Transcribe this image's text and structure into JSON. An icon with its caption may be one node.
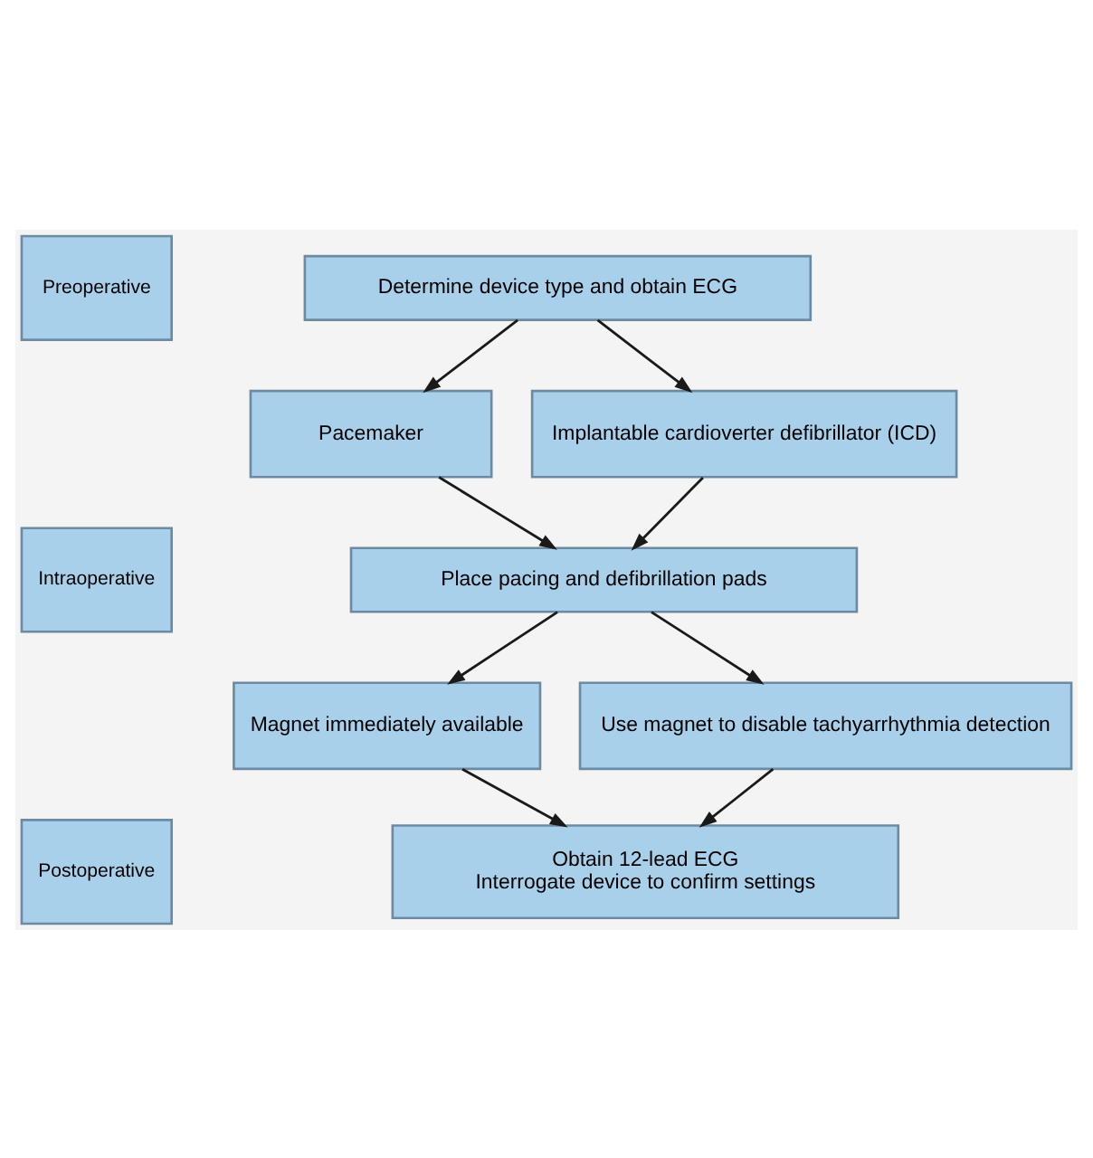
{
  "diagram": {
    "nodes": [
      {
        "text": [
          "Preoperative"
        ]
      },
      {
        "text": [
          "Determine device type and obtain ECG"
        ]
      },
      {
        "text": [
          "Pacemaker"
        ]
      },
      {
        "text": [
          "Implantable cardioverter defibrillator (ICD)"
        ]
      },
      {
        "text": [
          "Intraoperative"
        ]
      },
      {
        "text": [
          "Place pacing and defibrillation pads"
        ]
      },
      {
        "text": [
          "Magnet immediately available"
        ]
      },
      {
        "text": [
          "Use magnet to disable tachyarrhythmia detection"
        ]
      },
      {
        "text": [
          "Postoperative"
        ]
      },
      {
        "text": [
          "Obtain 12-lead ECG",
          "Interrogate device to confirm settings"
        ]
      }
    ],
    "edges": [
      {
        "from": 1,
        "to": 2,
        "arrow": "to"
      },
      {
        "from": 1,
        "to": 3,
        "arrow": "to"
      },
      {
        "from": 2,
        "to": 5,
        "arrow": "to"
      },
      {
        "from": 3,
        "to": 5,
        "arrow": "to"
      },
      {
        "from": 5,
        "to": 6,
        "arrow": "to"
      },
      {
        "from": 5,
        "to": 7,
        "arrow": "to"
      },
      {
        "from": 6,
        "to": 9,
        "arrow": "to"
      },
      {
        "from": 7,
        "to": 9,
        "arrow": "to"
      }
    ]
  }
}
